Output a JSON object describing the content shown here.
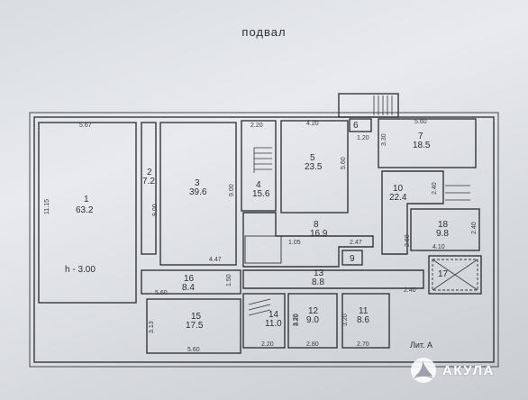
{
  "title": "подвал",
  "sheet_label": "Лит. А",
  "watermark": {
    "text": "АКУЛА",
    "icon": "shark-fin-icon"
  },
  "rooms": [
    {
      "id": "room-1",
      "number": "1",
      "area": "63.2",
      "extra": "h - 3.00"
    },
    {
      "id": "room-2",
      "number": "2",
      "area": "7.2"
    },
    {
      "id": "room-3",
      "number": "3",
      "area": "39.6"
    },
    {
      "id": "room-4",
      "number": "4",
      "area": "15.6"
    },
    {
      "id": "room-5",
      "number": "5",
      "area": "23.5"
    },
    {
      "id": "room-6",
      "number": "6"
    },
    {
      "id": "room-7",
      "number": "7",
      "area": "18.5"
    },
    {
      "id": "room-8",
      "number": "8",
      "area": "16.9"
    },
    {
      "id": "room-9",
      "number": "9"
    },
    {
      "id": "room-10",
      "number": "10",
      "area": "22.4"
    },
    {
      "id": "room-11",
      "number": "11",
      "area": "8.6"
    },
    {
      "id": "room-12",
      "number": "12",
      "area": "9.0"
    },
    {
      "id": "room-13",
      "number": "13",
      "area": "8.8"
    },
    {
      "id": "room-14",
      "number": "14",
      "area": "11.0"
    },
    {
      "id": "room-15",
      "number": "15",
      "area": "17.5"
    },
    {
      "id": "room-16",
      "number": "16",
      "area": "8.4"
    },
    {
      "id": "room-17",
      "number": "17"
    },
    {
      "id": "room-18",
      "number": "18",
      "area": "9.8"
    }
  ],
  "dimensions": [
    "5.67",
    "11.15",
    "9.00",
    "4.47",
    "9.00",
    "2.20",
    "4.20",
    "1.20",
    "5.60",
    "3.30",
    "5.60",
    "2.40",
    "2.47",
    "1.05",
    "2.60",
    "4.10",
    "2.40",
    "2.40",
    "1.50",
    "5.60",
    "3.13",
    "5.60",
    "3.20",
    "2.20",
    "3.20",
    "2.80",
    "3.20",
    "2.70"
  ]
}
